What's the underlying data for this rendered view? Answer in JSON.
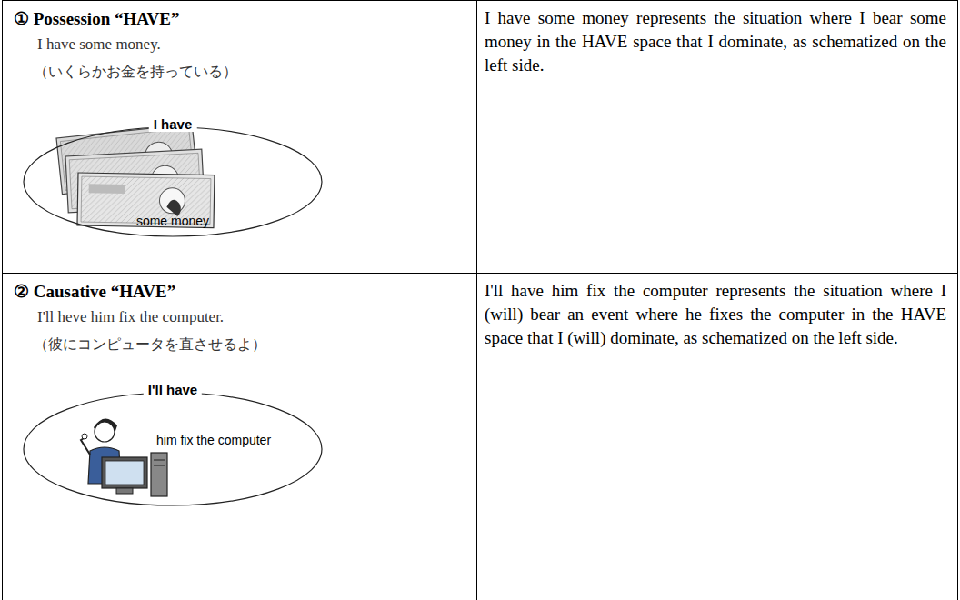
{
  "diagram": {
    "nodes": [
      {
        "text": [
          "① Possession “HAVE”",
          "I have some money.",
          "（いくらかお金を持っている）"
        ]
      },
      {
        "text": [
          "I have",
          "some money"
        ],
        "in": 0
      },
      {
        "text": [
          "I have some money represents the situation where I bear some money in the HAVE space that I dominate, as schematized on the left side."
        ]
      },
      {
        "text": [
          "② Causative “HAVE”",
          "I'll heve him fix the computer.",
          "（彼にコンピュータを直させるよ）"
        ]
      },
      {
        "text": [
          "I'll have",
          "him fix the computer"
        ],
        "in": 3
      },
      {
        "text": [
          "I'll have him fix the computer represents the situation where I (will) bear an event where he fixes the computer in the HAVE space that I (will) dominate, as schematized on the left side."
        ]
      }
    ]
  }
}
